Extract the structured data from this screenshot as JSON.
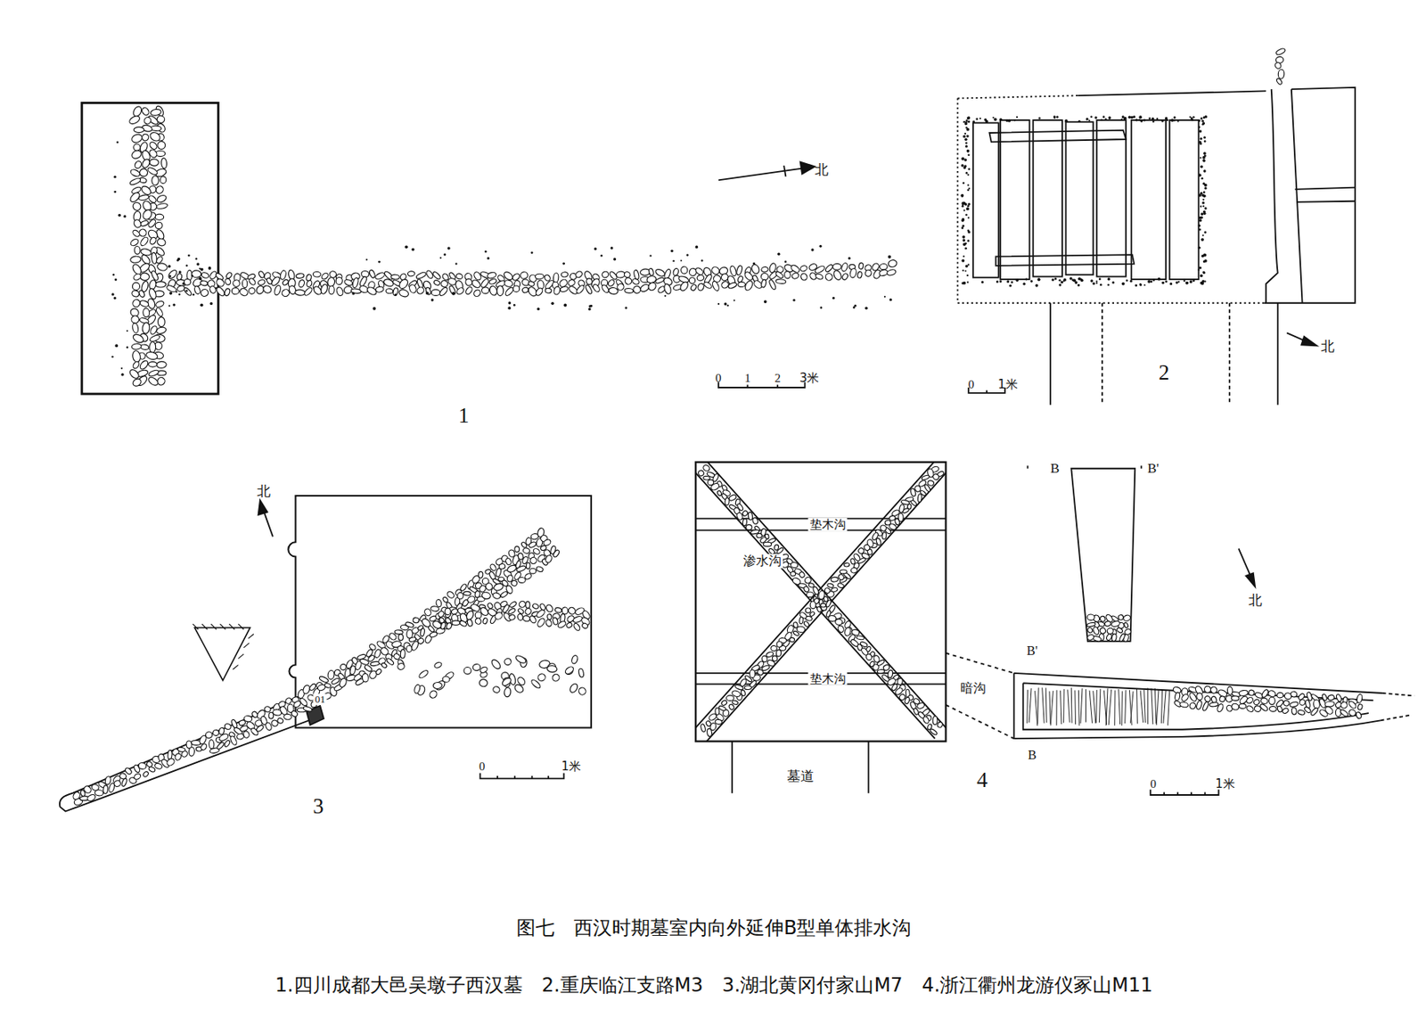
{
  "diagram": {
    "title": "图七　西汉时期墓室内向外延伸B型单体排水沟",
    "caption": "1.四川成都大邑吴墩子西汉墓　2.重庆临江支路M3　3.湖北黄冈付家山M7　4.浙江衢州龙游仪冢山M11",
    "labels": [
      "北",
      "0",
      "1",
      "2",
      "3米",
      "1",
      "2",
      "北",
      "0",
      "1米",
      "3",
      "北",
      "01",
      "0",
      "1米",
      "B",
      "B'",
      "垫木沟",
      "渗水沟",
      "北",
      "暗沟",
      "垫木沟",
      "B'",
      "B",
      "墓道",
      "4",
      "0",
      "1米"
    ]
  }
}
